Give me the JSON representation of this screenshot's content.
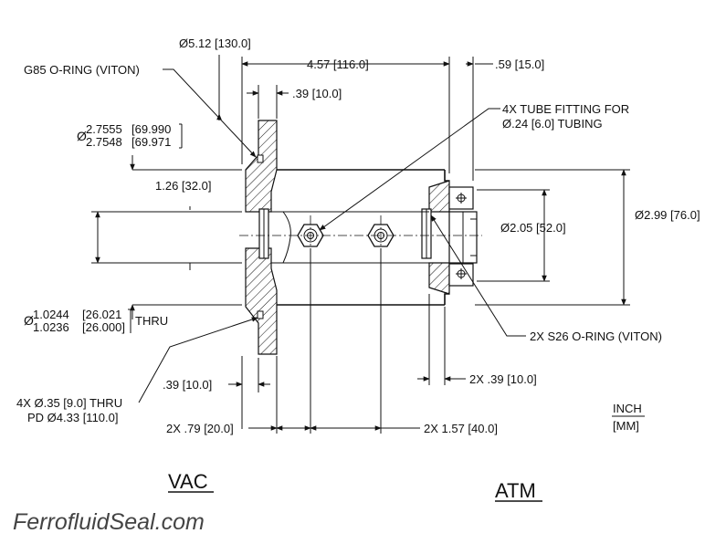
{
  "dimensions": {
    "flange_od": "Ø5.12 [130.0]",
    "overall_length": "4.57 [116.0]",
    "atm_projection": ".59 [15.0]",
    "flange_thickness": ".39 [10.0]",
    "pilot_diameter_prefix": "Ø",
    "pilot_diameter_upper_in": "2.7555",
    "pilot_diameter_lower_in": "2.7548",
    "pilot_diameter_upper_mm": "[69.990",
    "pilot_diameter_lower_mm": "[69.971",
    "pilot_length": "1.26 [32.0]",
    "bore_prefix": "Ø",
    "bore_upper_in": "1.0244",
    "bore_lower_in": "1.0236",
    "bore_upper_mm": "[26.021",
    "bore_lower_mm": "[26.000]",
    "bore_suffix": "THRU",
    "housing_od": "Ø2.99 [76.0]",
    "shaft_diameter": "Ø2.05 [52.0]",
    "flange_thickness_bottom": ".39 [10.0]",
    "atm_groove": "2X .39 [10.0]",
    "fitting_offset": "2X .79 [20.0]",
    "fitting_spacing": "2X 1.57 [40.0]"
  },
  "callouts": {
    "oring_vac": "G85 O-RING (VITON)",
    "tube_fitting_line1": "4X TUBE FITTING FOR",
    "tube_fitting_line2": "Ø.24 [6.0] TUBING",
    "holes_line1": "4X Ø.35 [9.0] THRU",
    "holes_line2": "PD Ø4.33 [110.0]",
    "oring_atm": "2X S26 O-RING (VITON)"
  },
  "units": {
    "primary": "INCH",
    "secondary": "[MM]"
  },
  "labels": {
    "vac": "VAC",
    "atm": "ATM"
  },
  "watermark": "FerrofluidSeal.com"
}
